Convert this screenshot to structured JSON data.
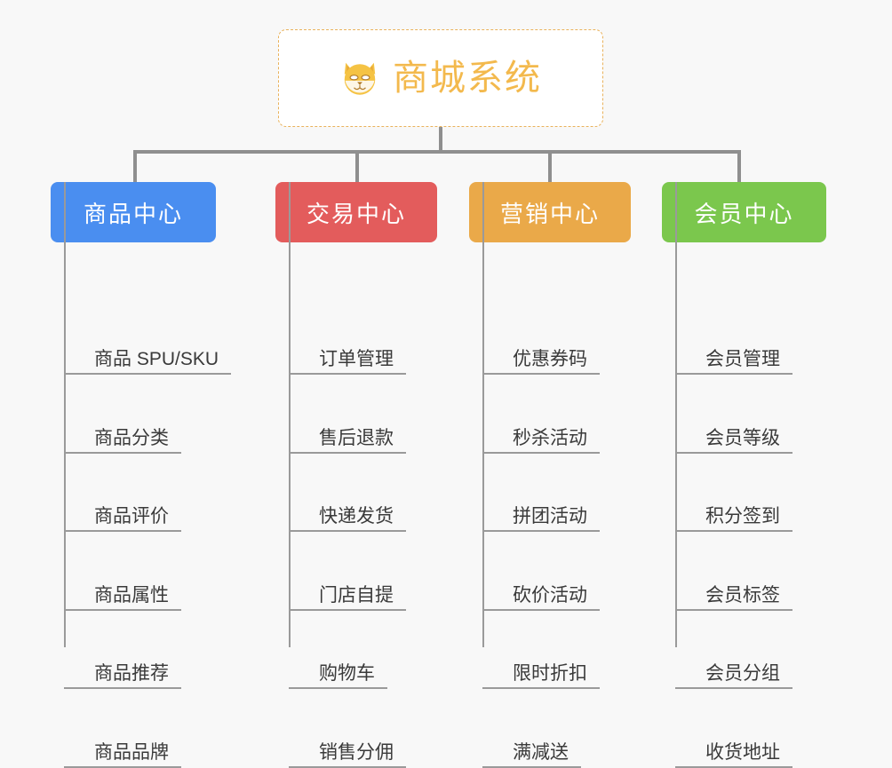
{
  "background_color": "#f8f8f8",
  "root": {
    "title": "商城系统",
    "icon": "shiba-dog-face-icon",
    "title_color": "#f3b94d",
    "border_color": "#e9b25c"
  },
  "columns": [
    {
      "category": "商品中心",
      "color": "#4a8ef0",
      "items": [
        "商品 SPU/SKU",
        "商品分类",
        "商品评价",
        "商品属性",
        "商品推荐",
        "商品品牌"
      ]
    },
    {
      "category": "交易中心",
      "color": "#e35c5c",
      "items": [
        "订单管理",
        "售后退款",
        "快递发货",
        "门店自提",
        "购物车",
        "销售分佣"
      ]
    },
    {
      "category": "营销中心",
      "color": "#eaa949",
      "items": [
        "优惠券码",
        "秒杀活动",
        "拼团活动",
        "砍价活动",
        "限时折扣",
        "满减送"
      ]
    },
    {
      "category": "会员中心",
      "color": "#7bc74d",
      "items": [
        "会员管理",
        "会员等级",
        "积分签到",
        "会员标签",
        "会员分组",
        "收货地址"
      ]
    }
  ]
}
